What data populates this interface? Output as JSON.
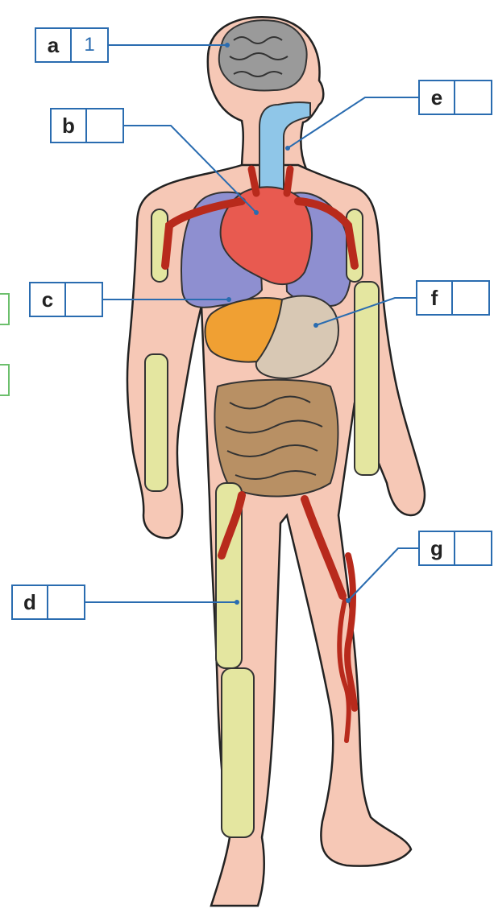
{
  "labels": [
    {
      "letter": "a",
      "answer": "1"
    },
    {
      "letter": "b",
      "answer": ""
    },
    {
      "letter": "c",
      "answer": ""
    },
    {
      "letter": "d",
      "answer": ""
    },
    {
      "letter": "e",
      "answer": ""
    },
    {
      "letter": "f",
      "answer": ""
    },
    {
      "letter": "g",
      "answer": ""
    }
  ],
  "colors": {
    "skin": "#f6c8b6",
    "outline": "#222222",
    "brain": "#9a9a9a",
    "trachea": "#8fc6e8",
    "heart": "#e85a50",
    "lungs": "#8e8fd0",
    "liver": "#f0a033",
    "stomach": "#d8c8b4",
    "intestines": "#b89064",
    "bones": "#e4e6a0",
    "vessels": "#b82a1c",
    "label_border": "#2a6cb0",
    "side_box_border": "#6cbf6c"
  }
}
